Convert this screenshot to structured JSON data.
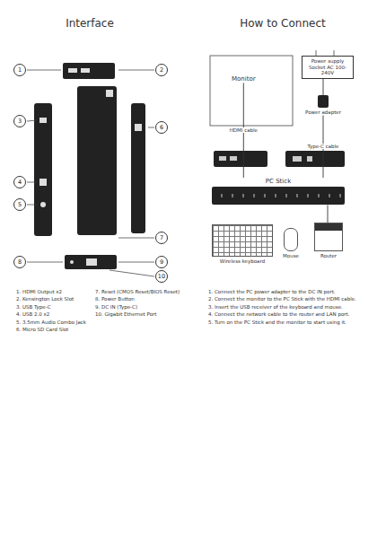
{
  "diagram": {
    "nodes": [
      {
        "text": [
          "Monitor"
        ]
      },
      {
        "text": [
          "Power supply Socket AC 100-240V"
        ]
      },
      {
        "text": [
          "Power adapter"
        ]
      },
      {
        "text": [
          "PC Stick"
        ]
      },
      {
        "text": [
          "Wireless keyboard"
        ]
      },
      {
        "text": [
          "Mouse"
        ]
      },
      {
        "text": [
          "Router"
        ]
      }
    ],
    "edges": [
      {
        "from": 0,
        "to": 3,
        "label": "HDMI cable",
        "arrow": "none"
      },
      {
        "from": 1,
        "to": 2,
        "arrow": "none"
      },
      {
        "from": 2,
        "to": 3,
        "label": "Type-C cable",
        "arrow": "none"
      },
      {
        "from": 3,
        "to": 6,
        "arrow": "none"
      }
    ],
    "labels": [
      "Interface",
      "How to Connect",
      "1",
      "2",
      "3",
      "4",
      "5",
      "6",
      "7",
      "8",
      "9",
      "10",
      "1. HDMI Output x2",
      "2. Kensington Lock Slot",
      "3. USB Type-C",
      "4. USB 2.0 x2",
      "5. 3.5mm Audio Combo Jack",
      "6. Micro SD Card Slot",
      "7. Reset (CMOS Reset/BIOS Reset)",
      "8. Power Button",
      "9. DC IN (Type-C)",
      "10. Gigabit Ethernet Port",
      "1. Connect the PC power adapter to the DC IN port.",
      "2. Connect the monitor to the PC Stick with the HDMI cable.",
      "3. Insert the USB receiver of the keyboard and mouse.",
      "4. Connect the network cable to the router and LAN port.",
      "5. Turn on the PC Stick and the monitor to start using it."
    ]
  }
}
